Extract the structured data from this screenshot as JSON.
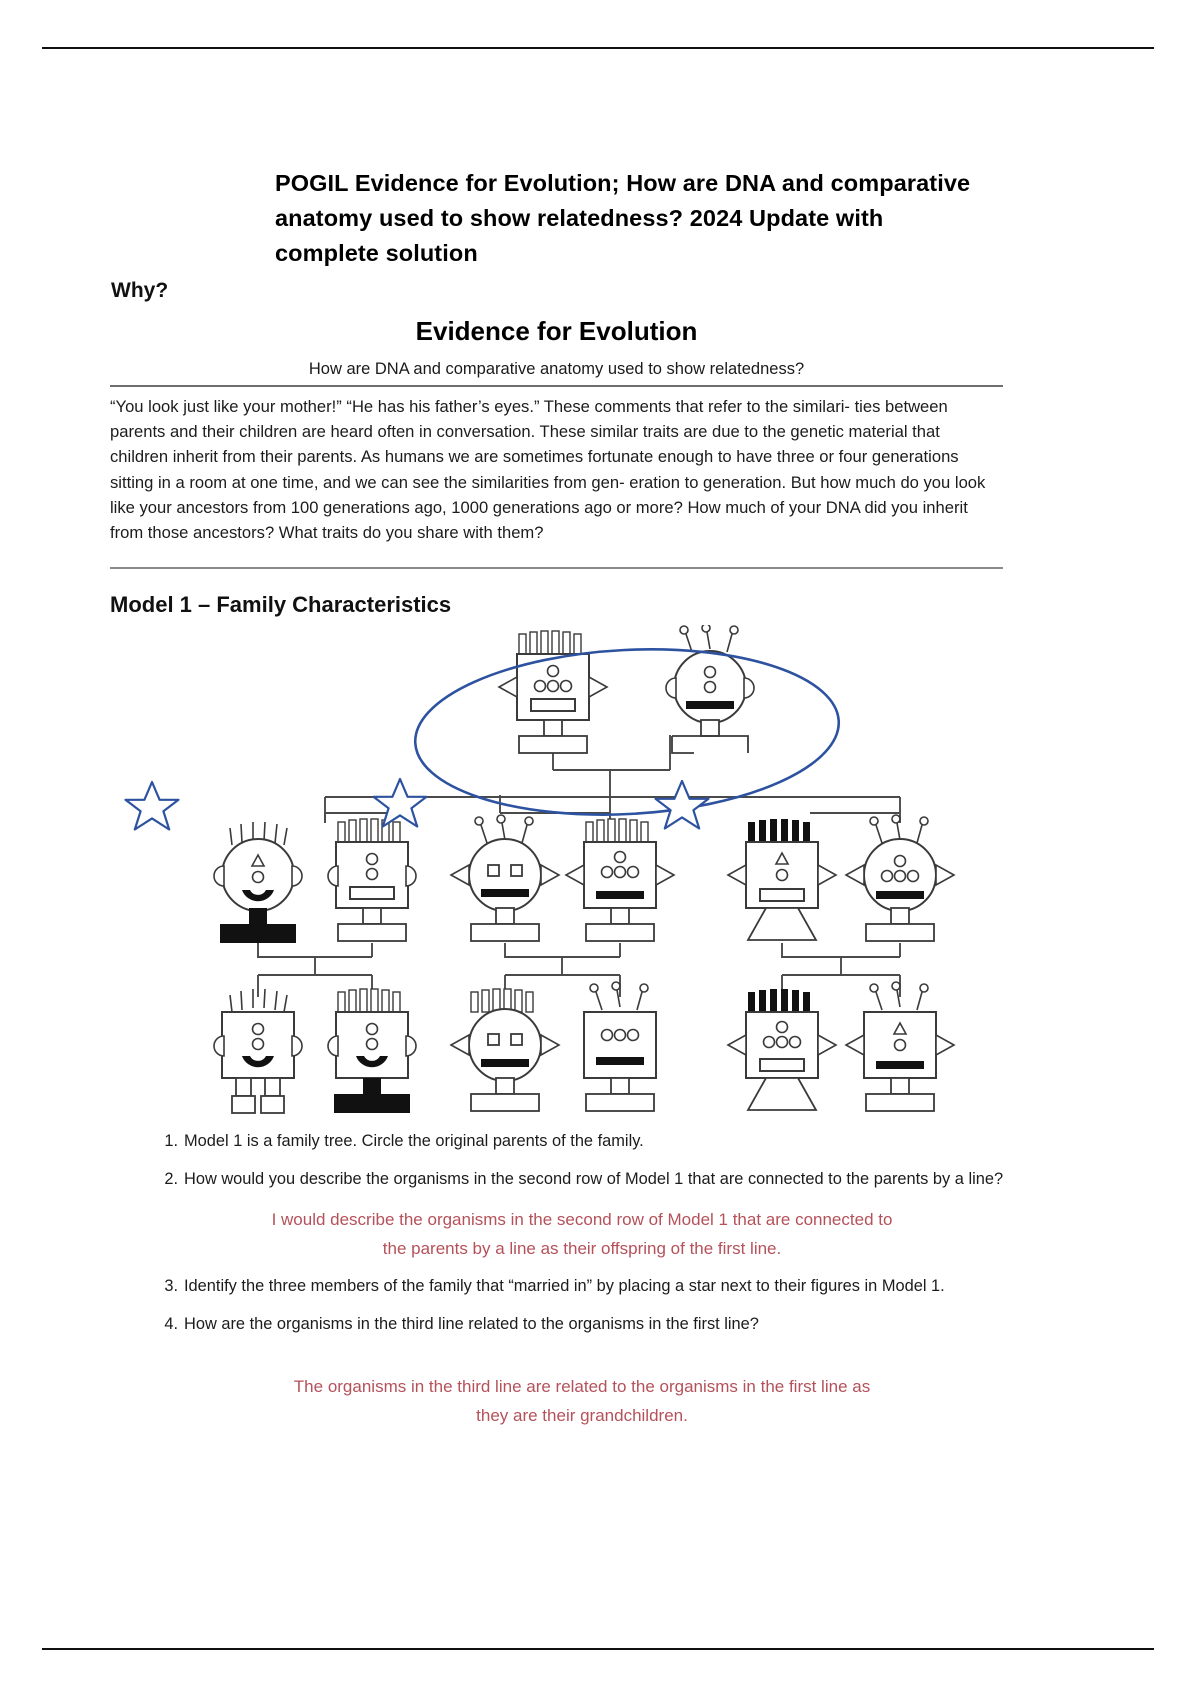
{
  "document": {
    "title": "POGIL Evidence for Evolution; How are DNA and comparative anatomy used to show relatedness? 2024 Update with complete solution",
    "why_label": "Why?",
    "section_heading": "Evidence for Evolution",
    "section_subheading": "How are DNA and comparative anatomy used to show relatedness?",
    "intro_paragraph": "“You look just like your mother!” “He has his father’s eyes.” These comments that refer to the similari- ties between parents and their children are heard often in conversation. These similar traits are due to the genetic material that children inherit from their parents. As humans we are sometimes fortunate enough to have three or four generations sitting in a room at one time, and we can see the similarities from gen- eration to generation. But how much do you look like your ancestors from 100 generations ago, 1000 generations ago or more? How much of your DNA did you inherit from those ancestors? What traits do you share with them?",
    "model_heading": "Model 1 – Family Characteristics"
  },
  "colors": {
    "ink": "#1c1c1c",
    "answer_red": "#b5515a",
    "annotation_blue": "#2d52a0",
    "diagram_line": "#3a3a3a"
  },
  "questions": [
    {
      "number": "1.",
      "text": "Model 1 is a family tree. Circle the original parents of the family.",
      "answer": ""
    },
    {
      "number": "2.",
      "text": "How would you describe the organisms in the second row of Model 1 that are connected to the parents by a line?",
      "answer": "I would describe the organisms in the second row of Model 1 that are connected to the parents by a line as their offspring of the first line."
    },
    {
      "number": "3.",
      "text": "Identify the three members of the family that “married in” by placing a star next to their figures in Model 1.",
      "answer": ""
    },
    {
      "number": "4.",
      "text": "How are the organisms in the third line related to the organisms in the first line?",
      "answer": "The organisms in the third line are related to the organisms in the first line as they are their grandchildren."
    }
  ],
  "diagram": {
    "name": "family-tree-model-1",
    "annotations": {
      "circle_label": "hand-drawn ellipse around original parents",
      "star_count": 3,
      "star_label": "star marking married-in family member"
    },
    "generations": [
      {
        "row": 1,
        "label": "original parents",
        "figures": [
          {
            "id": "g1-f1",
            "head": "square",
            "hair": "straight-bars",
            "eyes": "one-circle-over-three-circles",
            "mouth": "rectangle-outline",
            "arms": "triangle",
            "legs": "single-stand",
            "feet": "rectangle"
          },
          {
            "id": "g1-f2",
            "head": "round",
            "hair": "curly-antenna",
            "eyes": "two-stacked-circles",
            "mouth": "solid-bar",
            "arms": "round-nubs",
            "legs": "single-stand",
            "feet": "bracket"
          }
        ]
      },
      {
        "row": 2,
        "label": "children and spouses",
        "figures": [
          {
            "id": "g2-f1",
            "head": "round",
            "hair": "straight-spikes",
            "eyes": "triangle-over-circle",
            "mouth": "smile-arc",
            "arms": "round-nubs",
            "legs": "single-stand",
            "feet": "solid-black",
            "starred": true
          },
          {
            "id": "g2-f2",
            "head": "square",
            "hair": "straight-bars",
            "eyes": "two-stacked-circles",
            "mouth": "rectangle-outline",
            "arms": "round-nubs",
            "legs": "single-stand",
            "feet": "rectangle"
          },
          {
            "id": "g2-f3",
            "head": "round",
            "hair": "curly-antenna",
            "eyes": "two-squares",
            "mouth": "solid-bar",
            "arms": "triangle",
            "legs": "single-stand",
            "feet": "rectangle",
            "starred": true
          },
          {
            "id": "g2-f4",
            "head": "square",
            "hair": "straight-bars",
            "eyes": "one-circle-over-three-circles",
            "mouth": "solid-bar",
            "arms": "triangle",
            "legs": "single-stand",
            "feet": "rectangle"
          },
          {
            "id": "g2-f5",
            "head": "square",
            "hair": "solid-black-bars",
            "eyes": "triangle-over-circle",
            "mouth": "rectangle-outline",
            "arms": "triangle",
            "legs": "trapezoid",
            "feet": "none",
            "starred": true
          },
          {
            "id": "g2-f6",
            "head": "round",
            "hair": "curly-antenna",
            "eyes": "one-circle-over-three-circles",
            "mouth": "solid-bar",
            "arms": "triangle",
            "legs": "single-stand",
            "feet": "rectangle"
          }
        ]
      },
      {
        "row": 3,
        "label": "grandchildren",
        "figures": [
          {
            "id": "g3-f1",
            "head": "square",
            "hair": "thin-spikes",
            "eyes": "two-stacked-circles",
            "mouth": "smile-arc",
            "arms": "round-nubs",
            "legs": "two-legs",
            "feet": "two-rectangles"
          },
          {
            "id": "g3-f2",
            "head": "square",
            "hair": "straight-bars",
            "eyes": "two-stacked-circles",
            "mouth": "smile-arc",
            "arms": "round-nubs",
            "legs": "single-stand",
            "feet": "solid-black"
          },
          {
            "id": "g3-f3",
            "head": "round",
            "hair": "straight-bars",
            "eyes": "two-squares",
            "mouth": "solid-bar",
            "arms": "triangle",
            "legs": "single-stand",
            "feet": "rectangle"
          },
          {
            "id": "g3-f4",
            "head": "square",
            "hair": "curly-antenna",
            "eyes": "three-circles",
            "mouth": "solid-bar",
            "arms": "none",
            "legs": "single-stand",
            "feet": "rectangle"
          },
          {
            "id": "g3-f5",
            "head": "square",
            "hair": "solid-black-bars",
            "eyes": "one-circle-over-three-circles",
            "mouth": "rectangle-outline",
            "arms": "triangle",
            "legs": "trapezoid",
            "feet": "none"
          },
          {
            "id": "g3-f6",
            "head": "square",
            "hair": "curly-antenna",
            "eyes": "triangle-over-circle",
            "mouth": "solid-bar",
            "arms": "triangle",
            "legs": "single-stand",
            "feet": "rectangle"
          }
        ]
      }
    ]
  }
}
